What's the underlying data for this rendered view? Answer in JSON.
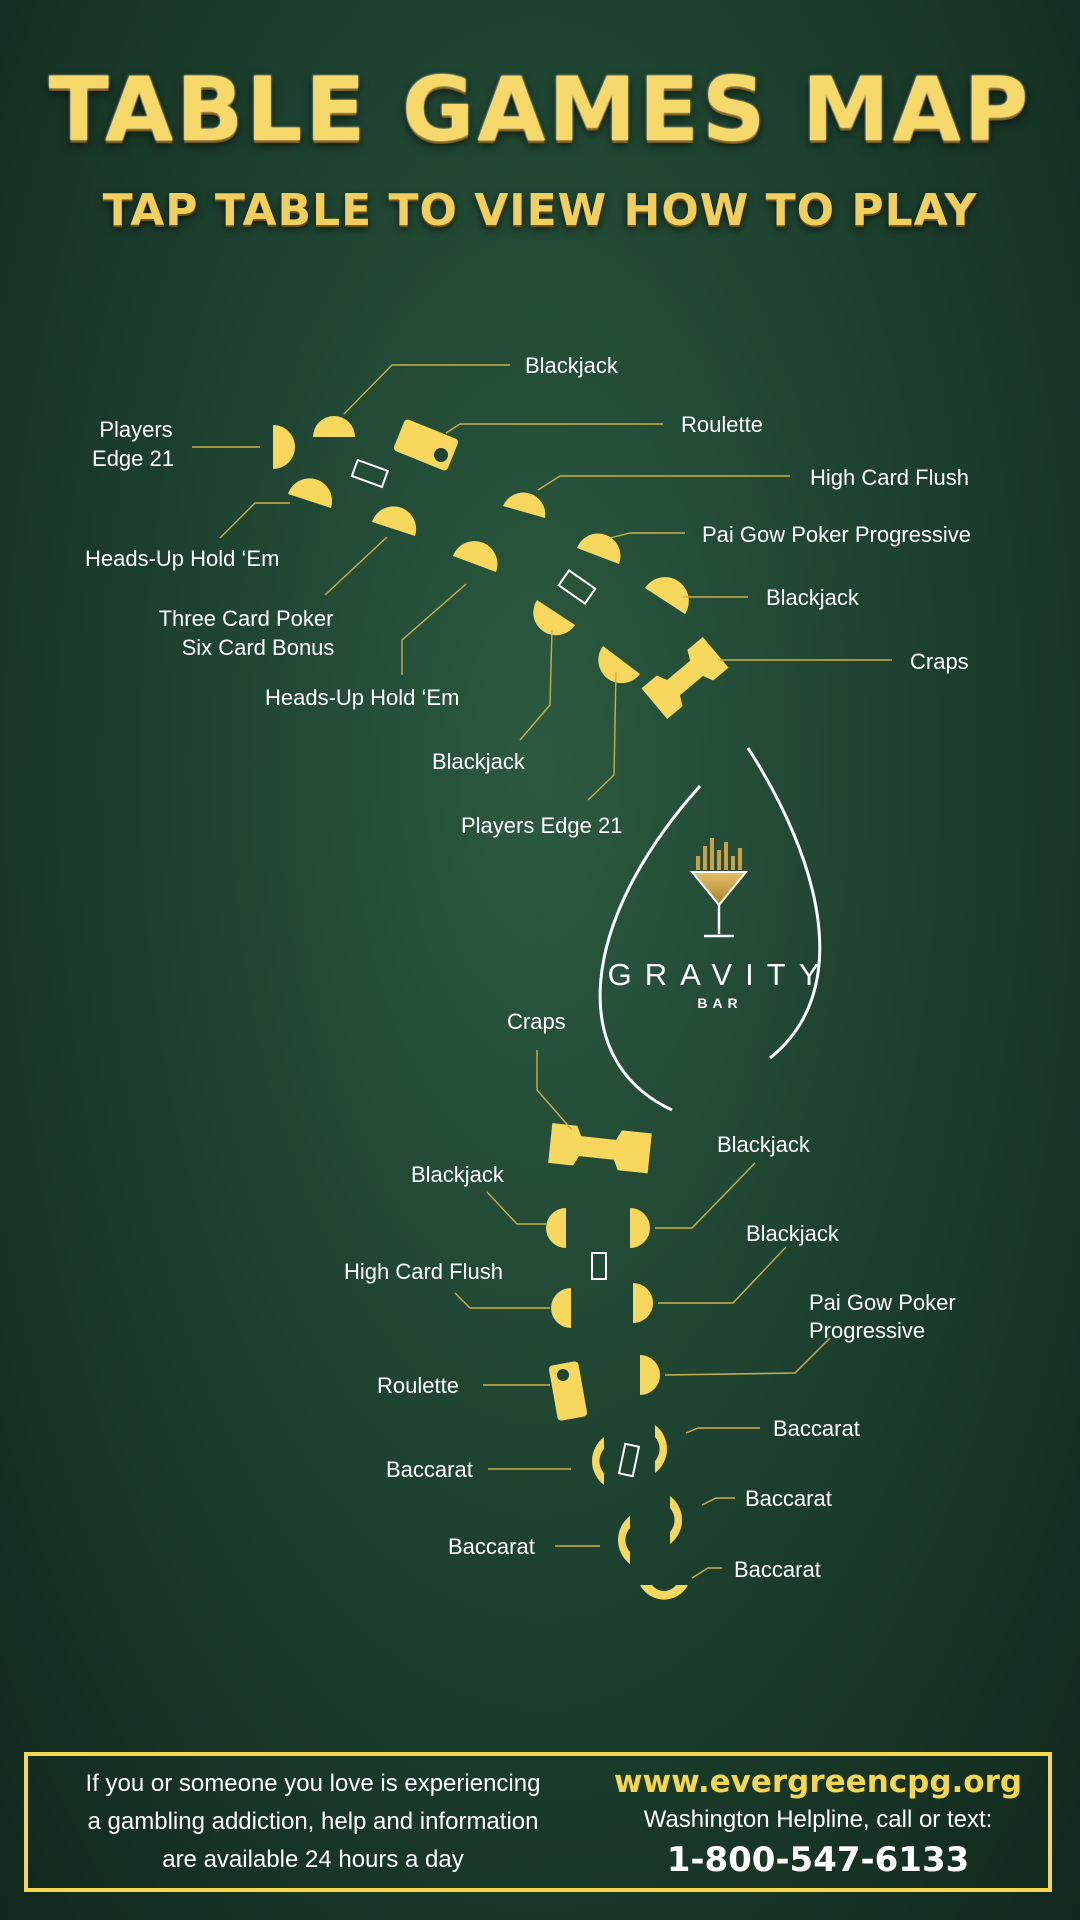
{
  "header": {
    "title": "TABLE GAMES MAP",
    "subtitle": "TAP TABLE TO VIEW HOW TO PLAY"
  },
  "labels": {
    "upper": {
      "blackjack_top": "Blackjack",
      "players_edge_21_line1": "Players",
      "players_edge_21_line2": "Edge 21",
      "roulette": "Roulette",
      "high_card_flush": "High Card Flush",
      "pai_gow": "Pai Gow Poker Progressive",
      "heads_up_left": "Heads-Up Hold ‘Em",
      "blackjack_right": "Blackjack",
      "three_card_line1": "Three Card Poker",
      "three_card_line2": "Six Card Bonus",
      "craps": "Craps",
      "heads_up_bottom": "Heads-Up Hold ‘Em",
      "blackjack_bottom": "Blackjack",
      "players_edge_21_bottom": "Players Edge 21"
    },
    "bar": {
      "name": "GRAVITY",
      "sub": "BAR"
    },
    "lower": {
      "craps": "Craps",
      "blackjack_right_1": "Blackjack",
      "blackjack_left": "Blackjack",
      "blackjack_right_2": "Blackjack",
      "high_card_flush": "High Card Flush",
      "pai_gow_line1": "Pai Gow Poker",
      "pai_gow_line2": "Progressive",
      "roulette": "Roulette",
      "baccarat_right_1": "Baccarat",
      "baccarat_left_1": "Baccarat",
      "baccarat_right_2": "Baccarat",
      "baccarat_left_2": "Baccarat",
      "baccarat_right_3": "Baccarat"
    }
  },
  "footer": {
    "message_line1": "If you or someone you love is experiencing",
    "message_line2": "a gambling addiction, help and information",
    "message_line3": "are available 24 hours a day",
    "url": "www.evergreencpg.org",
    "helpline": "Washington Helpline, call or text:",
    "phone": "1-800-547-6133"
  },
  "colors": {
    "table": "#f8d85c",
    "accent": "#f5d64c",
    "background": "#1e4330",
    "leader": "#c9b04a"
  }
}
